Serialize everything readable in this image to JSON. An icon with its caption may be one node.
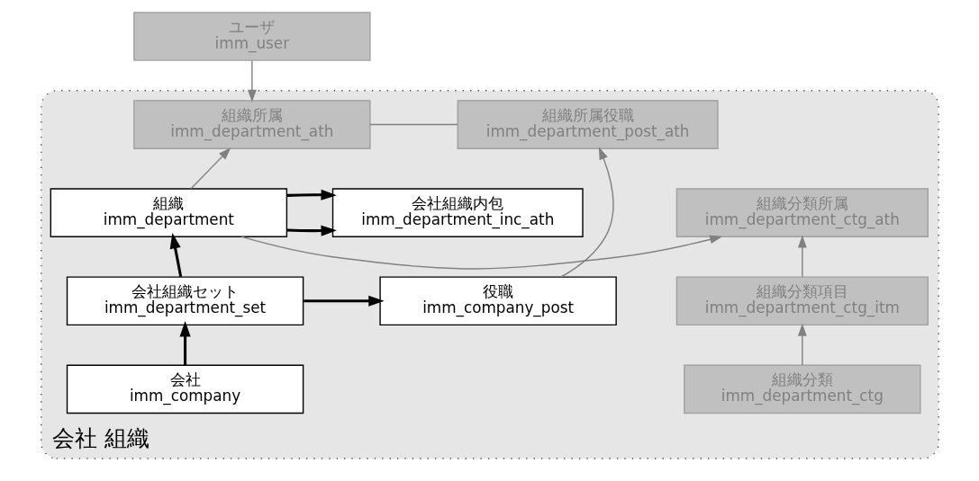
{
  "diagram": {
    "nodes": [
      {
        "text": [
          "ユーザ",
          "imm_user"
        ]
      },
      {
        "text": [
          "会社 組織"
        ]
      },
      {
        "text": [
          "組織所属役職",
          "imm_department_post_ath"
        ],
        "in": 1
      },
      {
        "text": [
          "組織所属",
          "imm_department_ath"
        ],
        "in": 1
      },
      {
        "text": [
          "会社組織内包",
          "imm_department_inc_ath"
        ],
        "in": 1
      },
      {
        "text": [
          "組織",
          "imm_department"
        ],
        "in": 1
      },
      {
        "text": [
          "組織分類所属",
          "imm_department_ctg_ath"
        ],
        "in": 1
      },
      {
        "text": [
          "役職",
          "imm_company_post"
        ],
        "in": 1
      },
      {
        "text": [
          "会社組織セット",
          "imm_department_set"
        ],
        "in": 1
      },
      {
        "text": [
          "組織分類項目",
          "imm_department_ctg_itm"
        ],
        "in": 1
      },
      {
        "text": [
          "会社",
          "imm_company"
        ],
        "in": 1
      },
      {
        "text": [
          "組織分類",
          "imm_department_ctg"
        ],
        "in": 1
      }
    ],
    "edges": [
      {
        "from": 0,
        "to": 3,
        "arrow": "to"
      },
      {
        "from": 2,
        "to": 3,
        "arrow": "none"
      },
      {
        "from": 5,
        "to": 3,
        "arrow": "to"
      },
      {
        "from": 5,
        "to": 4,
        "arrow": "to",
        "style": "thick",
        "color": "#000000"
      },
      {
        "from": 5,
        "to": 4,
        "arrow": "to",
        "style": "thick",
        "color": "#000000"
      },
      {
        "from": 5,
        "to": 6,
        "arrow": "to"
      },
      {
        "from": 7,
        "to": 2,
        "arrow": "to"
      },
      {
        "from": 8,
        "to": 7,
        "arrow": "to",
        "style": "thick",
        "color": "#000000"
      },
      {
        "from": 8,
        "to": 5,
        "arrow": "to",
        "style": "thick",
        "color": "#000000"
      },
      {
        "from": 10,
        "to": 8,
        "arrow": "to",
        "style": "thick",
        "color": "#000000"
      },
      {
        "from": 9,
        "to": 6,
        "arrow": "to"
      },
      {
        "from": 11,
        "to": 9,
        "arrow": "to"
      }
    ]
  }
}
